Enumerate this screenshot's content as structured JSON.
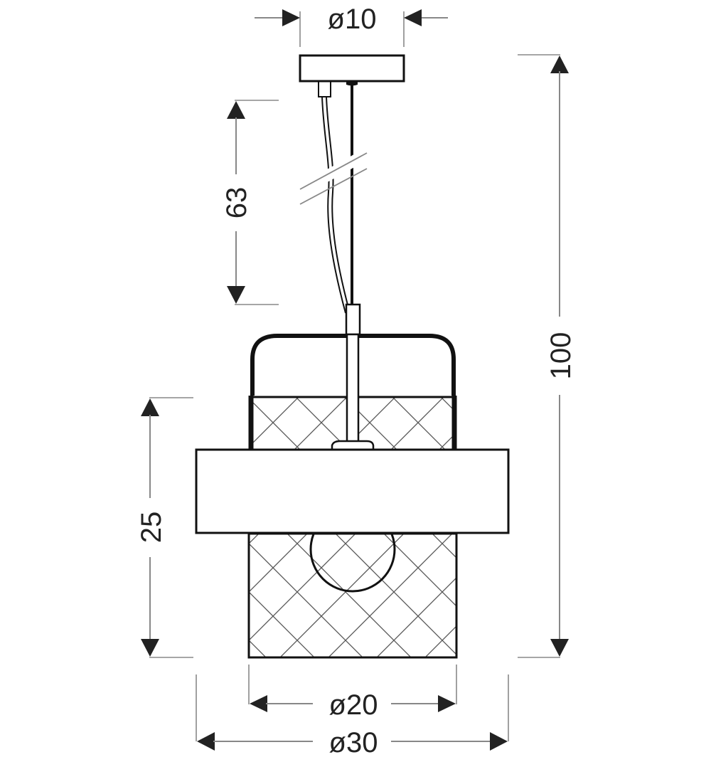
{
  "diagram": {
    "subject": "Pendant lamp dimension drawing",
    "units_implied": "cm",
    "colors": {
      "outline": "#111111",
      "dimension_line": "#888888",
      "arrow": "#222222",
      "hatch": "#555555",
      "background": "#ffffff"
    },
    "dimensions": {
      "canopy_diameter": {
        "label": "ø10",
        "value": 10,
        "orientation": "horizontal"
      },
      "cable_length": {
        "label": "63",
        "value": 63,
        "orientation": "vertical"
      },
      "total_height": {
        "label": "100",
        "value": 100,
        "orientation": "vertical"
      },
      "shade_height": {
        "label": "25",
        "value": 25,
        "orientation": "vertical"
      },
      "inner_shade_diameter": {
        "label": "ø20",
        "value": 20,
        "orientation": "horizontal"
      },
      "outer_ring_diameter": {
        "label": "ø30",
        "value": 30,
        "orientation": "horizontal"
      }
    },
    "parts": [
      {
        "name": "ceiling-canopy"
      },
      {
        "name": "power-cable"
      },
      {
        "name": "suspension-rod"
      },
      {
        "name": "break-marks"
      },
      {
        "name": "rounded-top-frame"
      },
      {
        "name": "cross-hatched-inner-shade"
      },
      {
        "name": "outer-band-ring"
      },
      {
        "name": "bulb"
      },
      {
        "name": "lamp-holder"
      }
    ]
  }
}
